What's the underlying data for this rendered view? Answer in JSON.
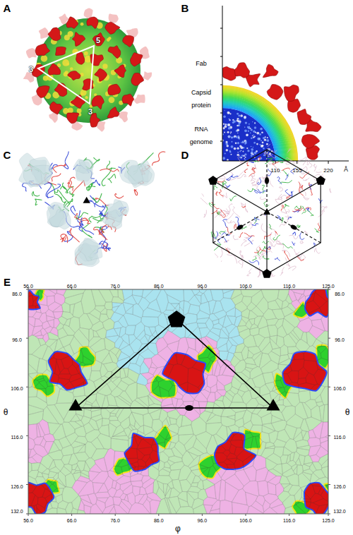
{
  "diagram": {
    "labels": [
      "A",
      "B",
      "C",
      "D",
      "E",
      "5",
      "3",
      "3",
      "Fab",
      "Capsid protein",
      "RNA genome",
      "110",
      "155",
      "220",
      "Å",
      "56.0",
      "66.0",
      "76.0",
      "86.0",
      "96.0",
      "106.0",
      "116.0",
      "125.0",
      "56.0",
      "66.0",
      "76.0",
      "86.0",
      "96.0",
      "106.0",
      "116.0",
      "125.0",
      "86.0",
      "96.0",
      "106.0",
      "116.0",
      "126.0",
      "132.0",
      "86.0",
      "96.0",
      "106.0",
      "116.0",
      "126.0",
      "132.0",
      "θ",
      "θ",
      "φ"
    ]
  }
}
